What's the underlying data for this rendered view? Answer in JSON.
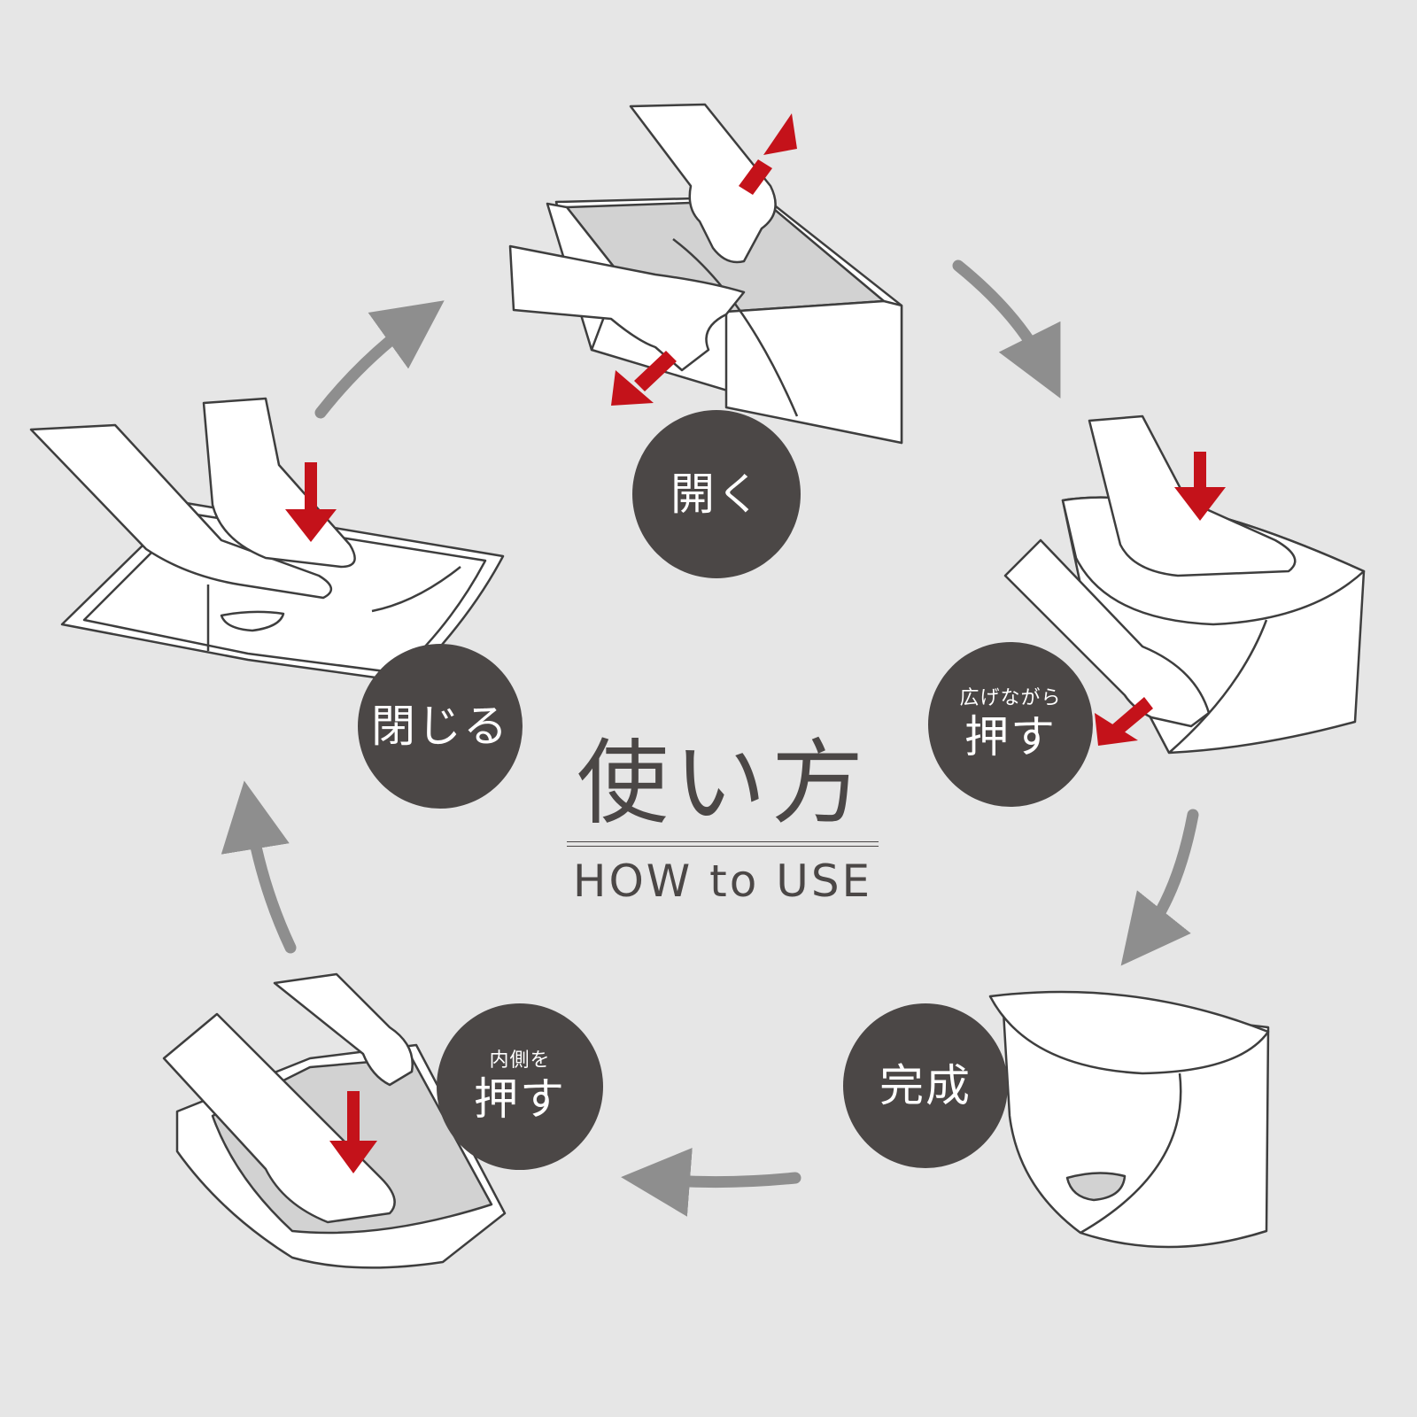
{
  "title": {
    "main": "使い方",
    "sub": "HOW to USE"
  },
  "steps": [
    {
      "id": "open",
      "main": "開く",
      "sub": ""
    },
    {
      "id": "spread",
      "sub": "広げながら",
      "main": "押す"
    },
    {
      "id": "done",
      "main": "完成",
      "sub": ""
    },
    {
      "id": "inside",
      "sub": "内側を",
      "main": "押す"
    },
    {
      "id": "close",
      "main": "閉じる",
      "sub": ""
    }
  ],
  "colors": {
    "background": "#e6e6e6",
    "badge": "#4b4746",
    "arrow_red": "#c4121a",
    "cycle_arrow": "#8e8e8e",
    "line": "#3e3e3e"
  }
}
